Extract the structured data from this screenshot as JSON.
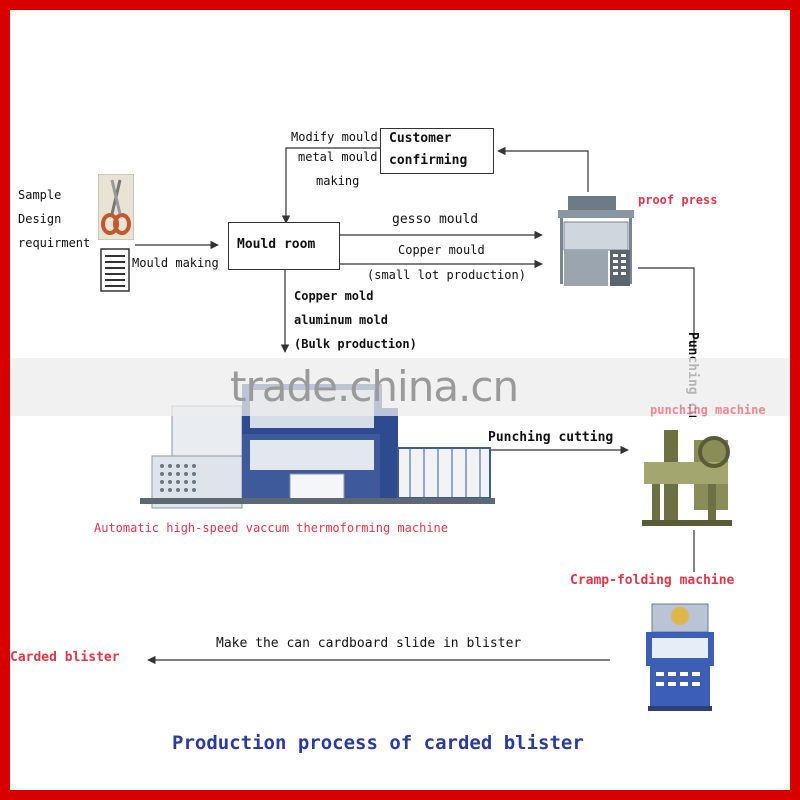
{
  "colors": {
    "frame": "#d80000",
    "accent_red": "#e8344a",
    "title_blue": "#2a3b9c"
  },
  "inputs": {
    "line1": "Sample",
    "line2": "Design",
    "line3": "requirment"
  },
  "mould_making": "Mould making",
  "mould_room": "Mould room",
  "customer_box": {
    "line1": "Customer",
    "line2": "confirming"
  },
  "modify": {
    "line1": "Modify mould",
    "line2": "metal mould",
    "line3": "making"
  },
  "gesso_mould": "gesso mould",
  "copper_mould": "Copper mould",
  "small_lot": "(small lot production)",
  "proof_press": "proof press",
  "punching_vertical": "Punching cu",
  "bulk": {
    "line1": "Copper mold",
    "line2": "aluminum mold",
    "line3": "(Bulk production)"
  },
  "watermark": "trade.china.cn",
  "punching_machine": "punching machine",
  "punching_cutting": "Punching cutting",
  "thermoforming": "Automatic high-speed vaccum thermoforming machine",
  "cramp_folding": "Cramp-folding machine",
  "slide_text": "Make the can cardboard slide in blister",
  "carded_blister": "Carded blister",
  "title": "Production process of carded blister"
}
